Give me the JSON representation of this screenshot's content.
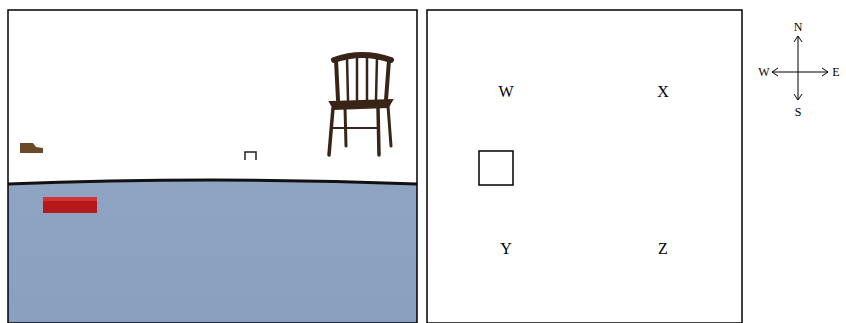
{
  "diagram": {
    "labels": [
      "W",
      "X",
      "Y",
      "Z",
      "N",
      "W",
      "E",
      "S"
    ]
  }
}
